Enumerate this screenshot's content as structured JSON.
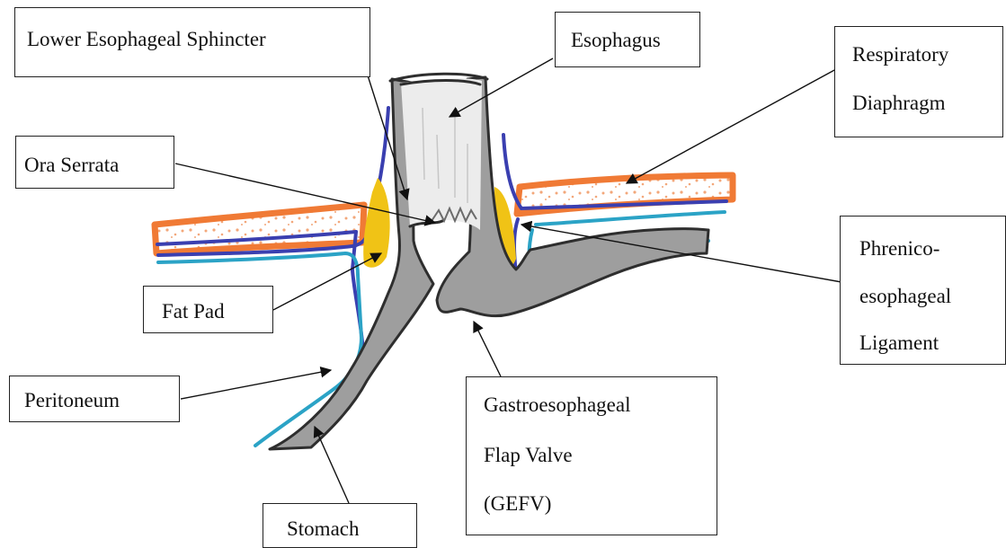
{
  "labels": {
    "les": "Lower Esophageal Sphincter",
    "esophagus": "Esophagus",
    "resp1": "Respiratory",
    "resp2": "Diaphragm",
    "ora": "Ora Serrata",
    "phren1": "Phrenico-",
    "phren2": "esophageal",
    "phren3": "Ligament",
    "fat": "Fat Pad",
    "peritoneum": "Peritoneum",
    "gefv1": "Gastroesophageal",
    "gefv2": "Flap Valve",
    "gefv3": "(GEFV)",
    "stomach": "Stomach"
  },
  "colors": {
    "diaphragm": "#f07a35",
    "membrane": "#3a3fb0",
    "peritoneum": "#2ba3c6",
    "fat": "#f0c316",
    "tissue": "#9a9a9a",
    "outline": "#2e2e2e"
  }
}
